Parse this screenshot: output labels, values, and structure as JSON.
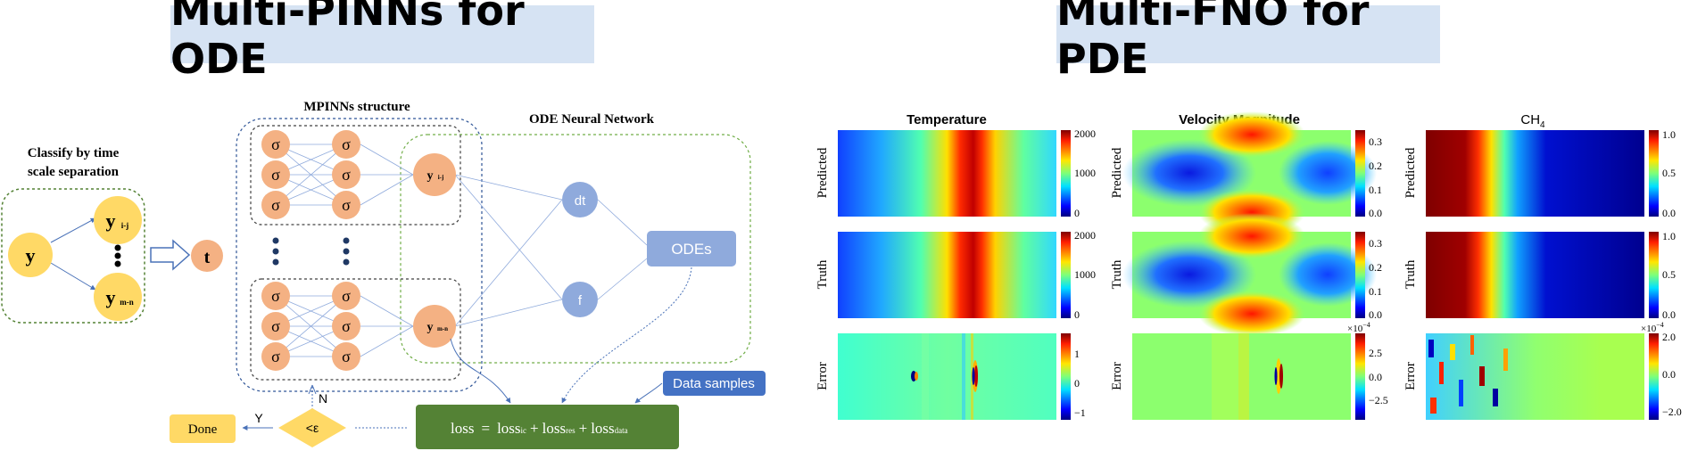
{
  "left_title": "Multi-PINNs for ODE",
  "right_title": "Multi-FNO for PDE",
  "classify_label_1": "Classify by time",
  "classify_label_2": "scale separation",
  "mpinns_label": "MPINNs structure",
  "ode_nn_label": "ODE Neural Network",
  "y": "y",
  "y_top_main": "y",
  "y_top_sub": "i-j",
  "y_bot_main": "y",
  "y_bot_sub": "m-n",
  "t": "t",
  "sigma": "σ",
  "dt": "dt",
  "f": "f",
  "odes": "ODEs",
  "data_samples": "Data samples",
  "done": "Done",
  "decision": "<ε",
  "yes": "Y",
  "no": "N",
  "loss": {
    "lhs": "loss",
    "eq": "=",
    "t1": "loss",
    "s1": "ic",
    "t2": "loss",
    "s2": "res",
    "t3": "loss",
    "s3": "data"
  },
  "fno": {
    "col_titles": [
      "Temperature",
      "Velocity Magnitude",
      "CH"
    ],
    "ch4_subscript": "4",
    "row_labels": [
      "Predicted",
      "Truth",
      "Error"
    ],
    "temp_ticks": [
      "2000",
      "1000",
      "0"
    ],
    "temp_err_ticks": [
      "1",
      "0",
      "−1"
    ],
    "vel_ticks": [
      "0.3",
      "0.2",
      "0.1",
      "0.0"
    ],
    "vel_err_ticks": [
      "2.5",
      "0.0",
      "−2.5"
    ],
    "ch4_ticks": [
      "1.0",
      "0.5",
      "0.0"
    ],
    "ch4_err_ticks": [
      "2.0",
      "0.0",
      "−2.0"
    ],
    "exp_base": "×10",
    "exp_pow": "−4"
  },
  "colors": {
    "node_orange": "#f4b183",
    "node_yellow": "#ffd966",
    "node_blue": "#8faadc",
    "loss_green": "#548235",
    "data_blue": "#4472c4",
    "ode_box": "#8faadc"
  }
}
